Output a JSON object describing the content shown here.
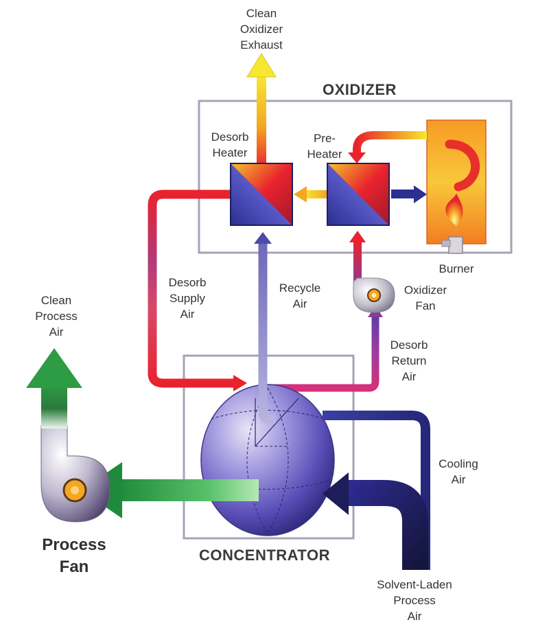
{
  "titles": {
    "oxidizer": "OXIDIZER",
    "concentrator": "CONCENTRATOR"
  },
  "labels": {
    "clean_oxidizer_exhaust": [
      "Clean",
      "Oxidizer",
      "Exhaust"
    ],
    "desorb_heater": [
      "Desorb",
      "Heater"
    ],
    "pre_heater": [
      "Pre-",
      "Heater"
    ],
    "burner": [
      "Burner"
    ],
    "desorb_supply_air": [
      "Desorb",
      "Supply",
      "Air"
    ],
    "recycle_air": [
      "Recycle",
      "Air"
    ],
    "oxidizer_fan": [
      "Oxidizer",
      "Fan"
    ],
    "clean_process_air": [
      "Clean",
      "Process",
      "Air"
    ],
    "desorb_return_air": [
      "Desorb",
      "Return",
      "Air"
    ],
    "cooling_air": [
      "Cooling",
      "Air"
    ],
    "solvent_laden_process_air": [
      "Solvent-Laden",
      "Process",
      "Air"
    ],
    "process_fan": [
      "Process",
      "Fan"
    ]
  },
  "colors": {
    "hot": "#e8232e",
    "warm": "#f5a623",
    "exhaust": "#f6e733",
    "cool": "#2b2f8f",
    "recycle": "#8a86c8",
    "clean": "#2e9b45",
    "frame": "#a7a2b5"
  }
}
